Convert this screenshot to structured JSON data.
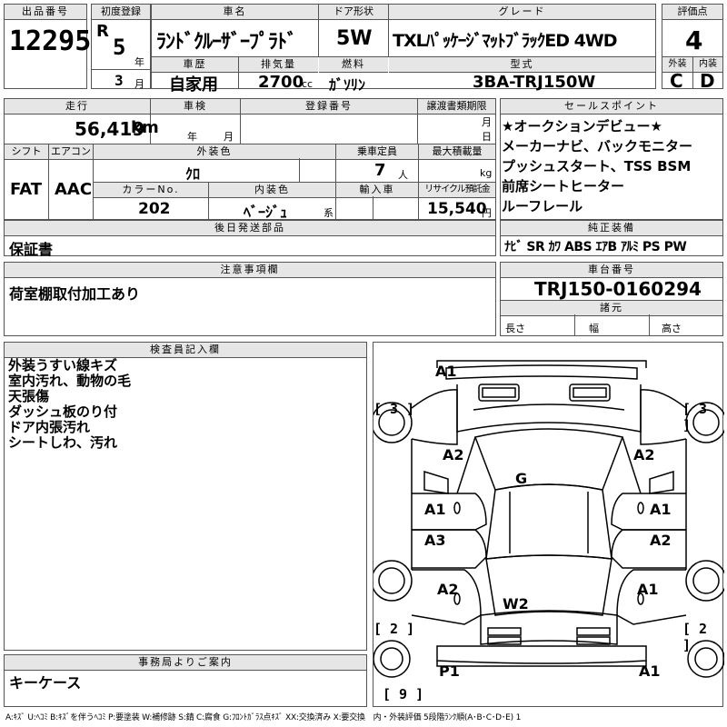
{
  "header": {
    "lot_label": "出品番号",
    "lot_value": "12295",
    "first_reg_label": "初度登録",
    "era": "R",
    "year_value": "5",
    "year_unit": "年",
    "month_value": "3",
    "month_unit": "月",
    "car_name_label": "車名",
    "car_name_value": "ﾗﾝﾄﾞｸﾙｰｻﾞｰﾌﾟﾗﾄﾞ",
    "door_label": "ドア形状",
    "door_value": "5W",
    "grade_label": "グレード",
    "grade_value": "TXLﾊﾟｯｹｰｼﾞﾏｯﾄﾌﾞﾗｯｸED 4WD",
    "score_label": "評価点",
    "score_value": "4",
    "history_label": "車歴",
    "history_value": "自家用",
    "displacement_label": "排気量",
    "displacement_value": "2700",
    "displacement_unit": "cc",
    "fuel_label": "燃料",
    "fuel_value": "ｶﾞｿﾘﾝ",
    "model_label": "型式",
    "model_value": "3BA-TRJ150W",
    "ext_label": "外装",
    "ext_value": "C",
    "int_label": "内装",
    "int_value": "D"
  },
  "row2": {
    "mileage_label": "走行",
    "mileage_value": "56,419",
    "mileage_unit": "km",
    "inspection_label": "車検",
    "inspection_year_unit": "年",
    "inspection_month_unit": "月",
    "reg_no_label": "登録番号",
    "transfer_label": "譲渡書類期限",
    "transfer_month_unit": "月",
    "transfer_day_unit": "日",
    "sales_points_label": "セールスポイント",
    "sales_points": [
      "★オークションデビュー★",
      "メーカーナビ、バックモニター",
      "プッシュスタート、TSS BSM",
      "前席シートヒーター",
      "ルーフレール"
    ]
  },
  "row3": {
    "shift_label": "シフト",
    "shift_value": "FAT",
    "ac_label": "エアコン",
    "ac_value": "AAC",
    "ext_color_label": "外装色",
    "ext_color_value": "ｸﾛ",
    "capacity_label": "乗車定員",
    "capacity_value": "7",
    "capacity_unit": "人",
    "max_load_label": "最大積載量",
    "max_load_unit": "kg",
    "color_no_label": "カラーNo.",
    "color_no_value": "202",
    "int_color_label": "内装色",
    "int_color_value": "ﾍﾞｰｼﾞｭ",
    "int_color_unit": "系",
    "import_label": "輸入車",
    "recycle_label": "リサイクル預託金",
    "recycle_value": "15,540",
    "recycle_unit": "円"
  },
  "later_parts": {
    "label": "後日発送部品",
    "value": "保証書"
  },
  "equipment": {
    "label": "純正装備",
    "value": "ﾅﾋﾞ SR ｶﾜ ABS ｴｱB ｱﾙﾐ PS PW"
  },
  "notes": {
    "label": "注意事項欄",
    "value": "荷室棚取付加工あり"
  },
  "chassis": {
    "label": "車台番号",
    "value": "TRJ150-0160294",
    "specs_label": "諸元",
    "length_label": "長さ",
    "width_label": "幅",
    "height_label": "高さ"
  },
  "inspector": {
    "label": "検査員記入欄",
    "lines": [
      "外装うすい線キズ",
      "室内汚れ、動物の毛",
      "天張傷",
      "ダッシュ板のり付",
      "ドア内張汚れ",
      "シートしわ、汚れ"
    ]
  },
  "office": {
    "label": "事務局よりご案内",
    "value": "キーケース"
  },
  "diagram": {
    "marks": {
      "front_bumper": "A1",
      "left_fender": "A2",
      "right_fender": "A2",
      "roof": "G",
      "left_front_door": "A1",
      "right_front_door": "A1",
      "left_rear_door": "A3",
      "right_rear_door": "A2",
      "left_quarter": "A2",
      "right_quarter": "A1",
      "rear_glass": "W2",
      "rear_bumper_left": "P1",
      "rear_bumper_right": "A1"
    },
    "tires": {
      "front_left": "[ 3 ]",
      "front_right": "[ 3 ]",
      "rear_left": "[ 2 ]",
      "rear_right": "[ 2 ]",
      "spare": "[ 9 ]"
    }
  },
  "legend": "A:ｷｽﾞ U:ﾍｺﾐ B:ｷｽﾞを伴うﾍｺﾐ P:要塗装 W:補修跡 S:錆 C:腐食 G:ﾌﾛﾝﾄｶﾞﾗｽ点ｷｽﾞ XX:交換済み X:要交換　内・外装評価 5段階ﾗﾝｸ順(A･B･C･D･E) 1"
}
